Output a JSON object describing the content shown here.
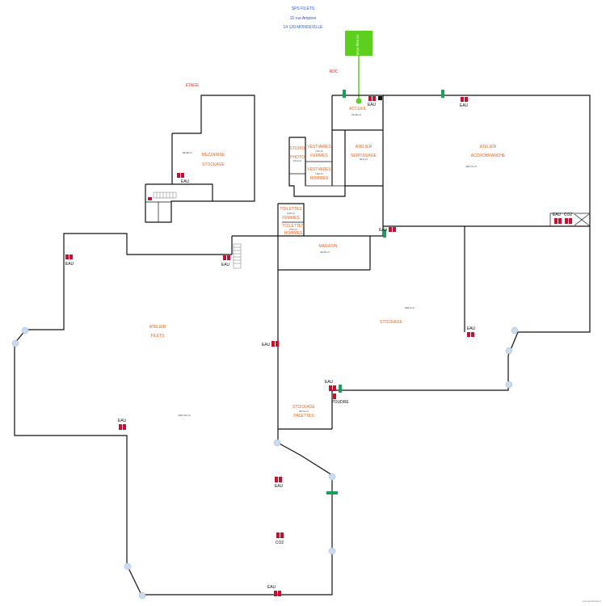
{
  "header": {
    "company": "SPS FILETS",
    "street": "15 rue Ampère",
    "city": "14 120 MONDEVILLE"
  },
  "sign": {
    "label": "Vous êtes ici",
    "color": "#5ccf1f"
  },
  "levels": {
    "upper": "ETAGE",
    "ground": "RDC"
  },
  "rooms": {
    "accueil": {
      "name": "ACCUEIL",
      "area": "24.65 m²"
    },
    "mezzanine": {
      "name": "MEZZANINE",
      "sub": "STOCKAGE",
      "area": "84.96 m²"
    },
    "studio": {
      "name": "STUDIO",
      "sub": "PHOTO",
      "area": "10.9 m²"
    },
    "vestiaires_f": {
      "name": "VESTIAIRES",
      "sub": "FEMMES",
      "area": "7.61 m²"
    },
    "vestiaires_h": {
      "name": "VESTIAIRES",
      "sub": "HOMMES",
      "area": "7.92 m²"
    },
    "sertissage": {
      "name": "ATELIER",
      "sub": "SERTISSAGE",
      "area": "30.2 m²"
    },
    "accrobranche": {
      "name": "ATELIER",
      "sub": "ACCROBRANCHE",
      "area": "430.74 m²"
    },
    "toilettes_f": {
      "name": "TOILETTES",
      "sub": "FEMMES",
      "area": "4.05 m²"
    },
    "toilettes_h": {
      "name": "TOILETTES",
      "sub": "HOMMES",
      "area": "3.37 m²"
    },
    "magasin": {
      "name": "MAGASIN",
      "area": "44.25 m²"
    },
    "stockage": {
      "name": "STOCKAGE",
      "area": "902.9 m²"
    },
    "filets": {
      "name": "ATELIER",
      "sub": "FILETS",
      "area": "1947.33 m²"
    },
    "palettes": {
      "name": "STOCKAGE",
      "sub": "PALETTES",
      "area": "35.74 m²"
    }
  },
  "equipment": {
    "water": "EAU",
    "co2": "CO2",
    "powder": "POUDRE"
  },
  "colors": {
    "wall": "#111111",
    "room_label": "#e8641c",
    "level_label": "#e0301e",
    "header": "#2a5bd7",
    "extinguisher": "#c8102e",
    "exit_sign": "#19a05a",
    "column": "#c9dcef"
  },
  "credit": "www.archifacile.fr"
}
